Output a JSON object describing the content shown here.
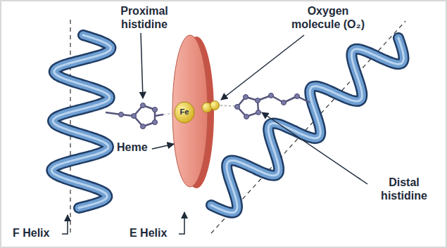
{
  "diagram": {
    "labels": [
      "Proximal histidine",
      "Oxygen molecule (O₂)",
      "Heme",
      "Fe",
      "Distal histidine",
      "F Helix",
      "E Helix"
    ]
  }
}
